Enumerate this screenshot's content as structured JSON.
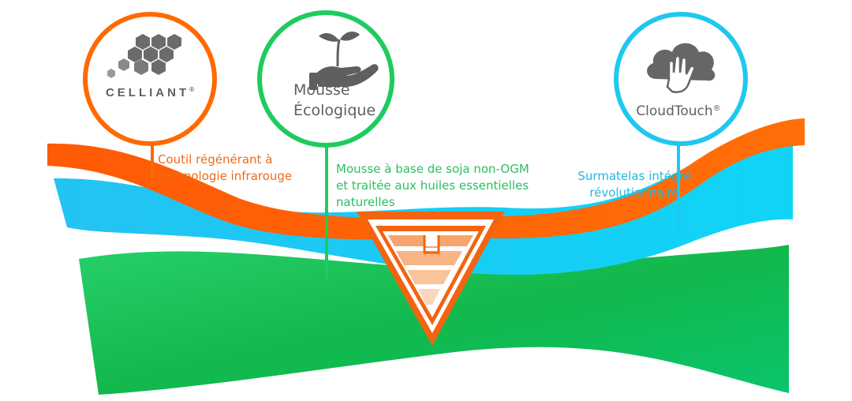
{
  "colors": {
    "orange": "#FF6A00",
    "orange_text": "#EE6B1A",
    "green": "#1FCB5E",
    "green_text": "#2DBE63",
    "blue": "#1EC8F0",
    "blue_text": "#20B8E4",
    "gray": "#5F5F5F",
    "wedge_light": "#F9A46C"
  },
  "callouts": [
    {
      "id": "celliant",
      "brand": "CELLIANT",
      "brand_mark": "®",
      "icon": "hexagon-cluster-icon",
      "description_lines": [
        "Coutil régénérant à",
        "technologie infrarouge"
      ]
    },
    {
      "id": "mousse",
      "brand_lines": [
        "Mousse",
        "Écologique"
      ],
      "icon": "hand-sprout-icon",
      "description_lines": [
        "Mousse à base de soja non-OGM",
        "et traitée aux huiles essentielles",
        "naturelles"
      ]
    },
    {
      "id": "cloud",
      "brand": "CloudTouch",
      "brand_mark": "®",
      "icon": "cloud-hand-icon",
      "description_lines": [
        "Surmatelas intégré",
        "révolutionnaire"
      ]
    }
  ]
}
